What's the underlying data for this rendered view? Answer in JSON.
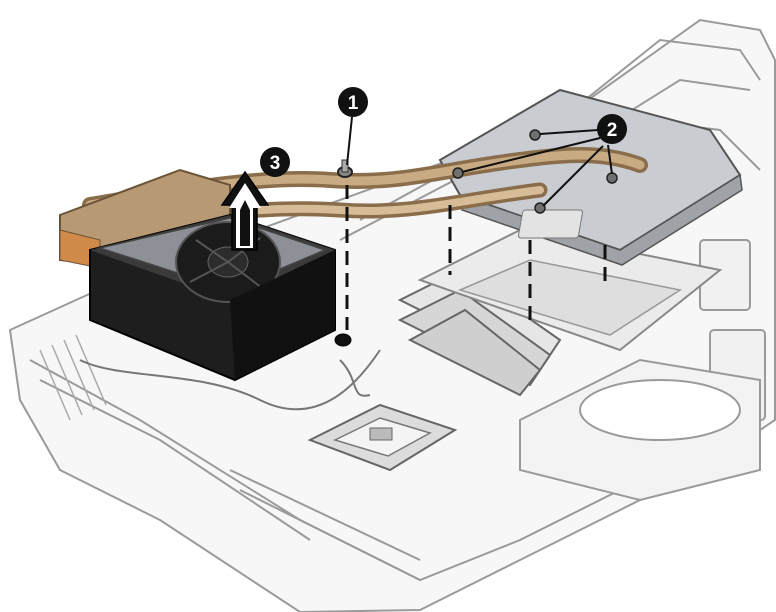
{
  "callouts": {
    "screw": "1",
    "heat_sink_screws": "2",
    "lift_direction": "3"
  },
  "colors": {
    "chassis_stroke": "#9a9a9a",
    "chassis_fill": "#f7f7f7",
    "metal_plate": "#c9ccd0",
    "copper_pipe": "#b79a74",
    "copper_dark": "#8a6d4b",
    "fan_body": "#1e1e1e",
    "callout_fill": "#111111"
  },
  "icons": [
    "up-arrow-icon",
    "screw-icon",
    "fan-icon"
  ]
}
